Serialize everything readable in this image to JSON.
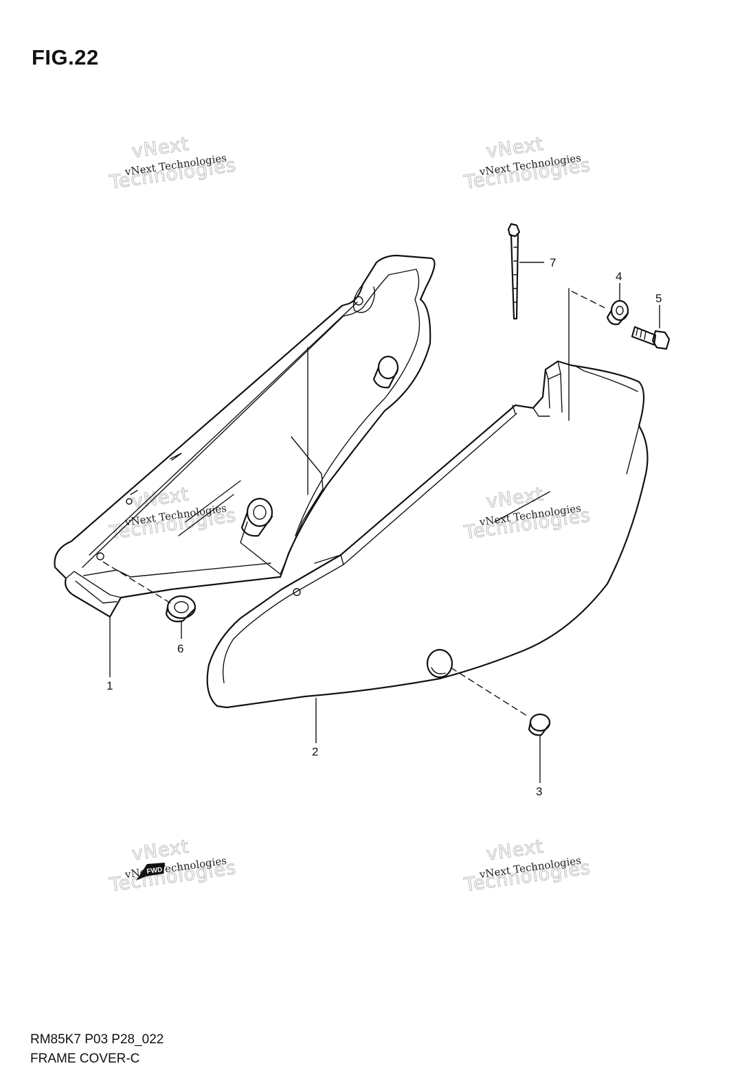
{
  "figure": {
    "title": "FIG.22"
  },
  "watermark": {
    "line1": "vNext Technologies",
    "outline_top": "vNext",
    "outline_bottom": "Technologies"
  },
  "callouts": {
    "p1": "1",
    "p2": "2",
    "p3": "3",
    "p4": "4",
    "p5": "5",
    "p6": "6",
    "p7": "7"
  },
  "fwd_label": "FWD",
  "footer": {
    "code": "RM85K7 P03 P28_022",
    "name": "FRAME COVER-C"
  }
}
